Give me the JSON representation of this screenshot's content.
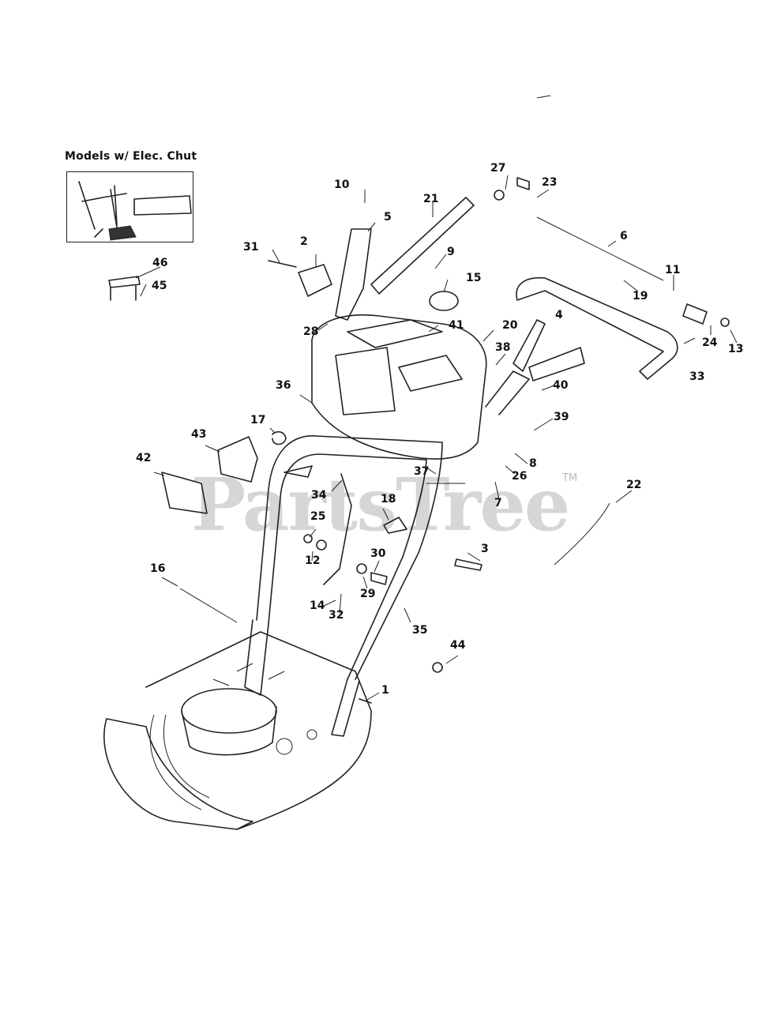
{
  "inset": {
    "title": "Models w/ Elec. Chut"
  },
  "watermark": {
    "brand": "PartsTree",
    "tm": "TM"
  },
  "callouts": [
    "1",
    "2",
    "3",
    "4",
    "5",
    "6",
    "7",
    "8",
    "9",
    "10",
    "11",
    "12",
    "13",
    "14",
    "15",
    "16",
    "17",
    "18",
    "19",
    "20",
    "21",
    "22",
    "23",
    "24",
    "25",
    "26",
    "27",
    "28",
    "29",
    "30",
    "31",
    "32",
    "33",
    "34",
    "35",
    "36",
    "37",
    "38",
    "39",
    "40",
    "41",
    "42",
    "43",
    "44",
    "45",
    "46"
  ]
}
